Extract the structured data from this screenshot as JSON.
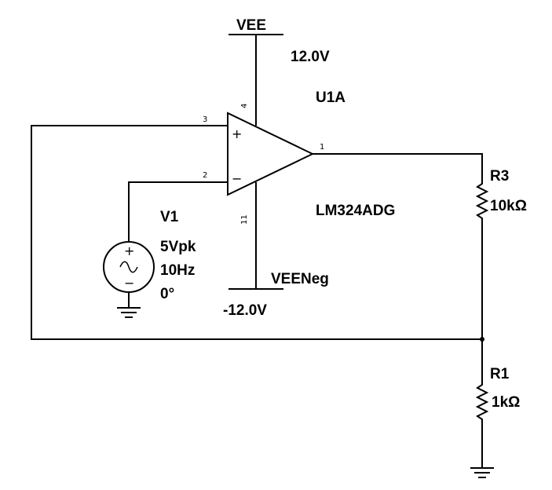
{
  "supply_pos": {
    "name": "VEE",
    "voltage": "12.0V"
  },
  "supply_neg": {
    "name": "VEENeg",
    "voltage": "-12.0V"
  },
  "opamp": {
    "ref": "U1A",
    "part": "LM324ADG",
    "pins": {
      "noninv": "3",
      "inv": "2",
      "out": "1",
      "vpos": "4",
      "vneg": "11"
    },
    "plus_sign": "+",
    "minus_sign": "−"
  },
  "source": {
    "ref": "V1",
    "amplitude": "5Vpk",
    "frequency": "10Hz",
    "phase": "0°",
    "plus_sign": "+",
    "minus_sign": "−"
  },
  "r_feedback": {
    "ref": "R3",
    "value": "10kΩ"
  },
  "r_ground": {
    "ref": "R1",
    "value": "1kΩ"
  }
}
